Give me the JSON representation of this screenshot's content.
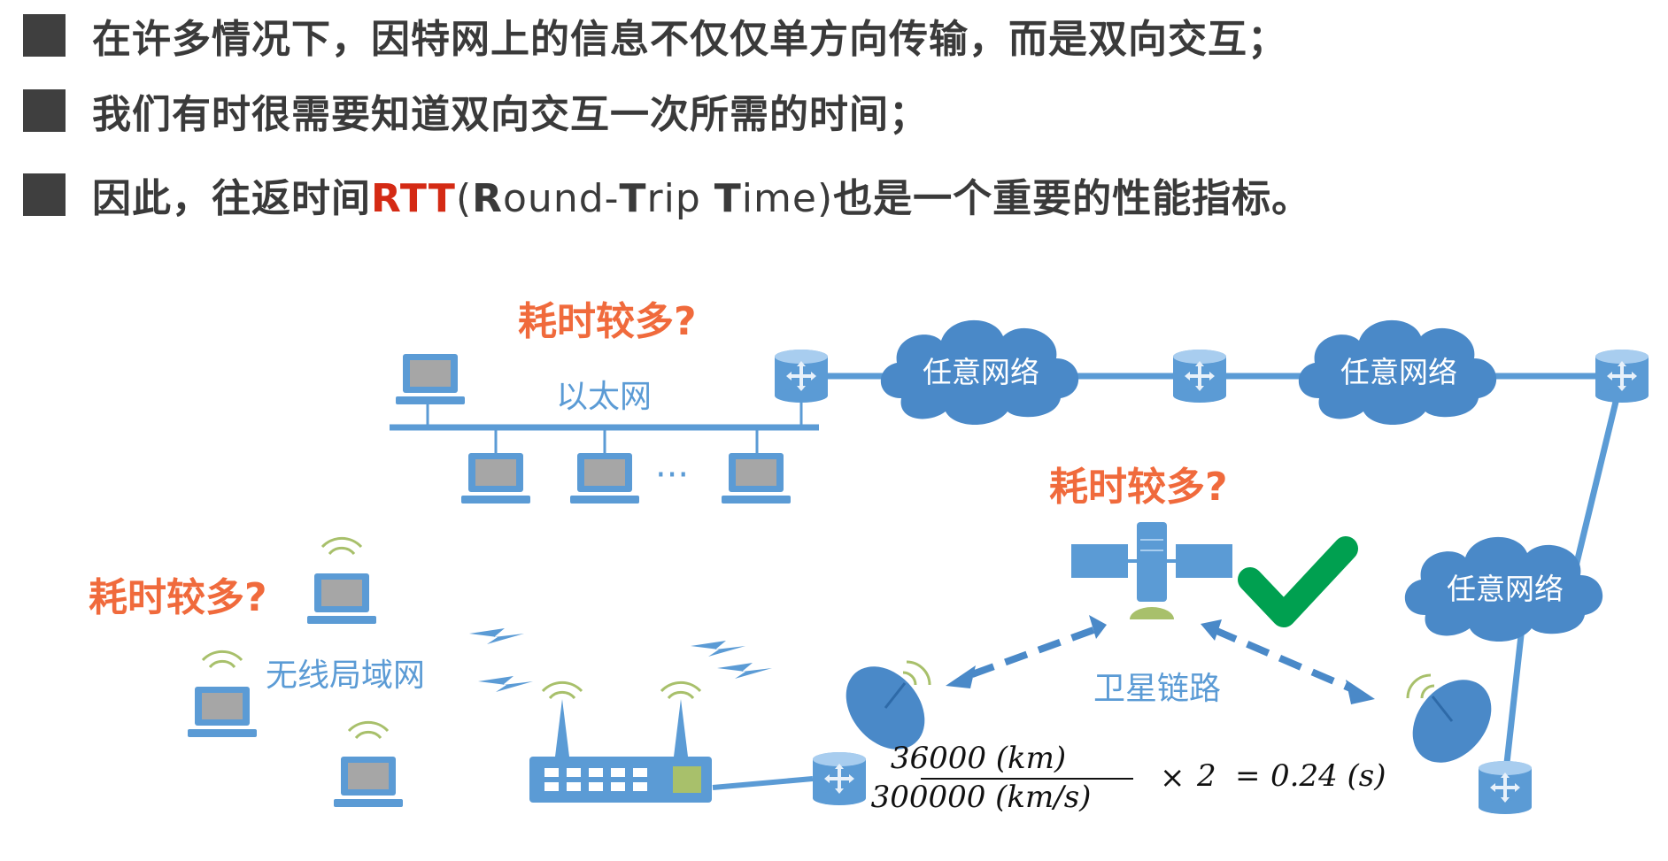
{
  "bullets": [
    {
      "text": "在许多情况下，因特网上的信息不仅仅单方向传输，而是双向交互；"
    },
    {
      "text": "我们有时很需要知道双向交互一次所需的时间；"
    },
    {
      "prefix": "因此，往返时间",
      "rtt": "RTT",
      "paren_open": "(",
      "r": "R",
      "ound": "ound-",
      "t1": "T",
      "rip": "rip ",
      "t2": "T",
      "ime": "ime)",
      "suffix": "也是一个重要的性能指标。"
    }
  ],
  "diagram": {
    "warning": "耗时较多?",
    "ethernet_label": "以太网",
    "ellipsis": "···",
    "cloud_label": "任意网络",
    "wlan_label": "无线局域网",
    "satellite_label": "卫星链路",
    "formula": {
      "numerator": "36000 (km)",
      "denominator": "300000 (km/s)",
      "times": "×",
      "factor": "2",
      "equals": "=",
      "result": "0.24 (s)"
    }
  },
  "colors": {
    "accent_blue": "#5b9bd5",
    "warning_orange": "#f06a3c",
    "check_green": "#00a050",
    "rtt_red": "#d42a14"
  },
  "icons": [
    "laptop-icon",
    "router-icon",
    "cloud-icon",
    "satellite-icon",
    "dish-icon",
    "wifi-router-icon",
    "check-icon",
    "lightning-icon"
  ]
}
